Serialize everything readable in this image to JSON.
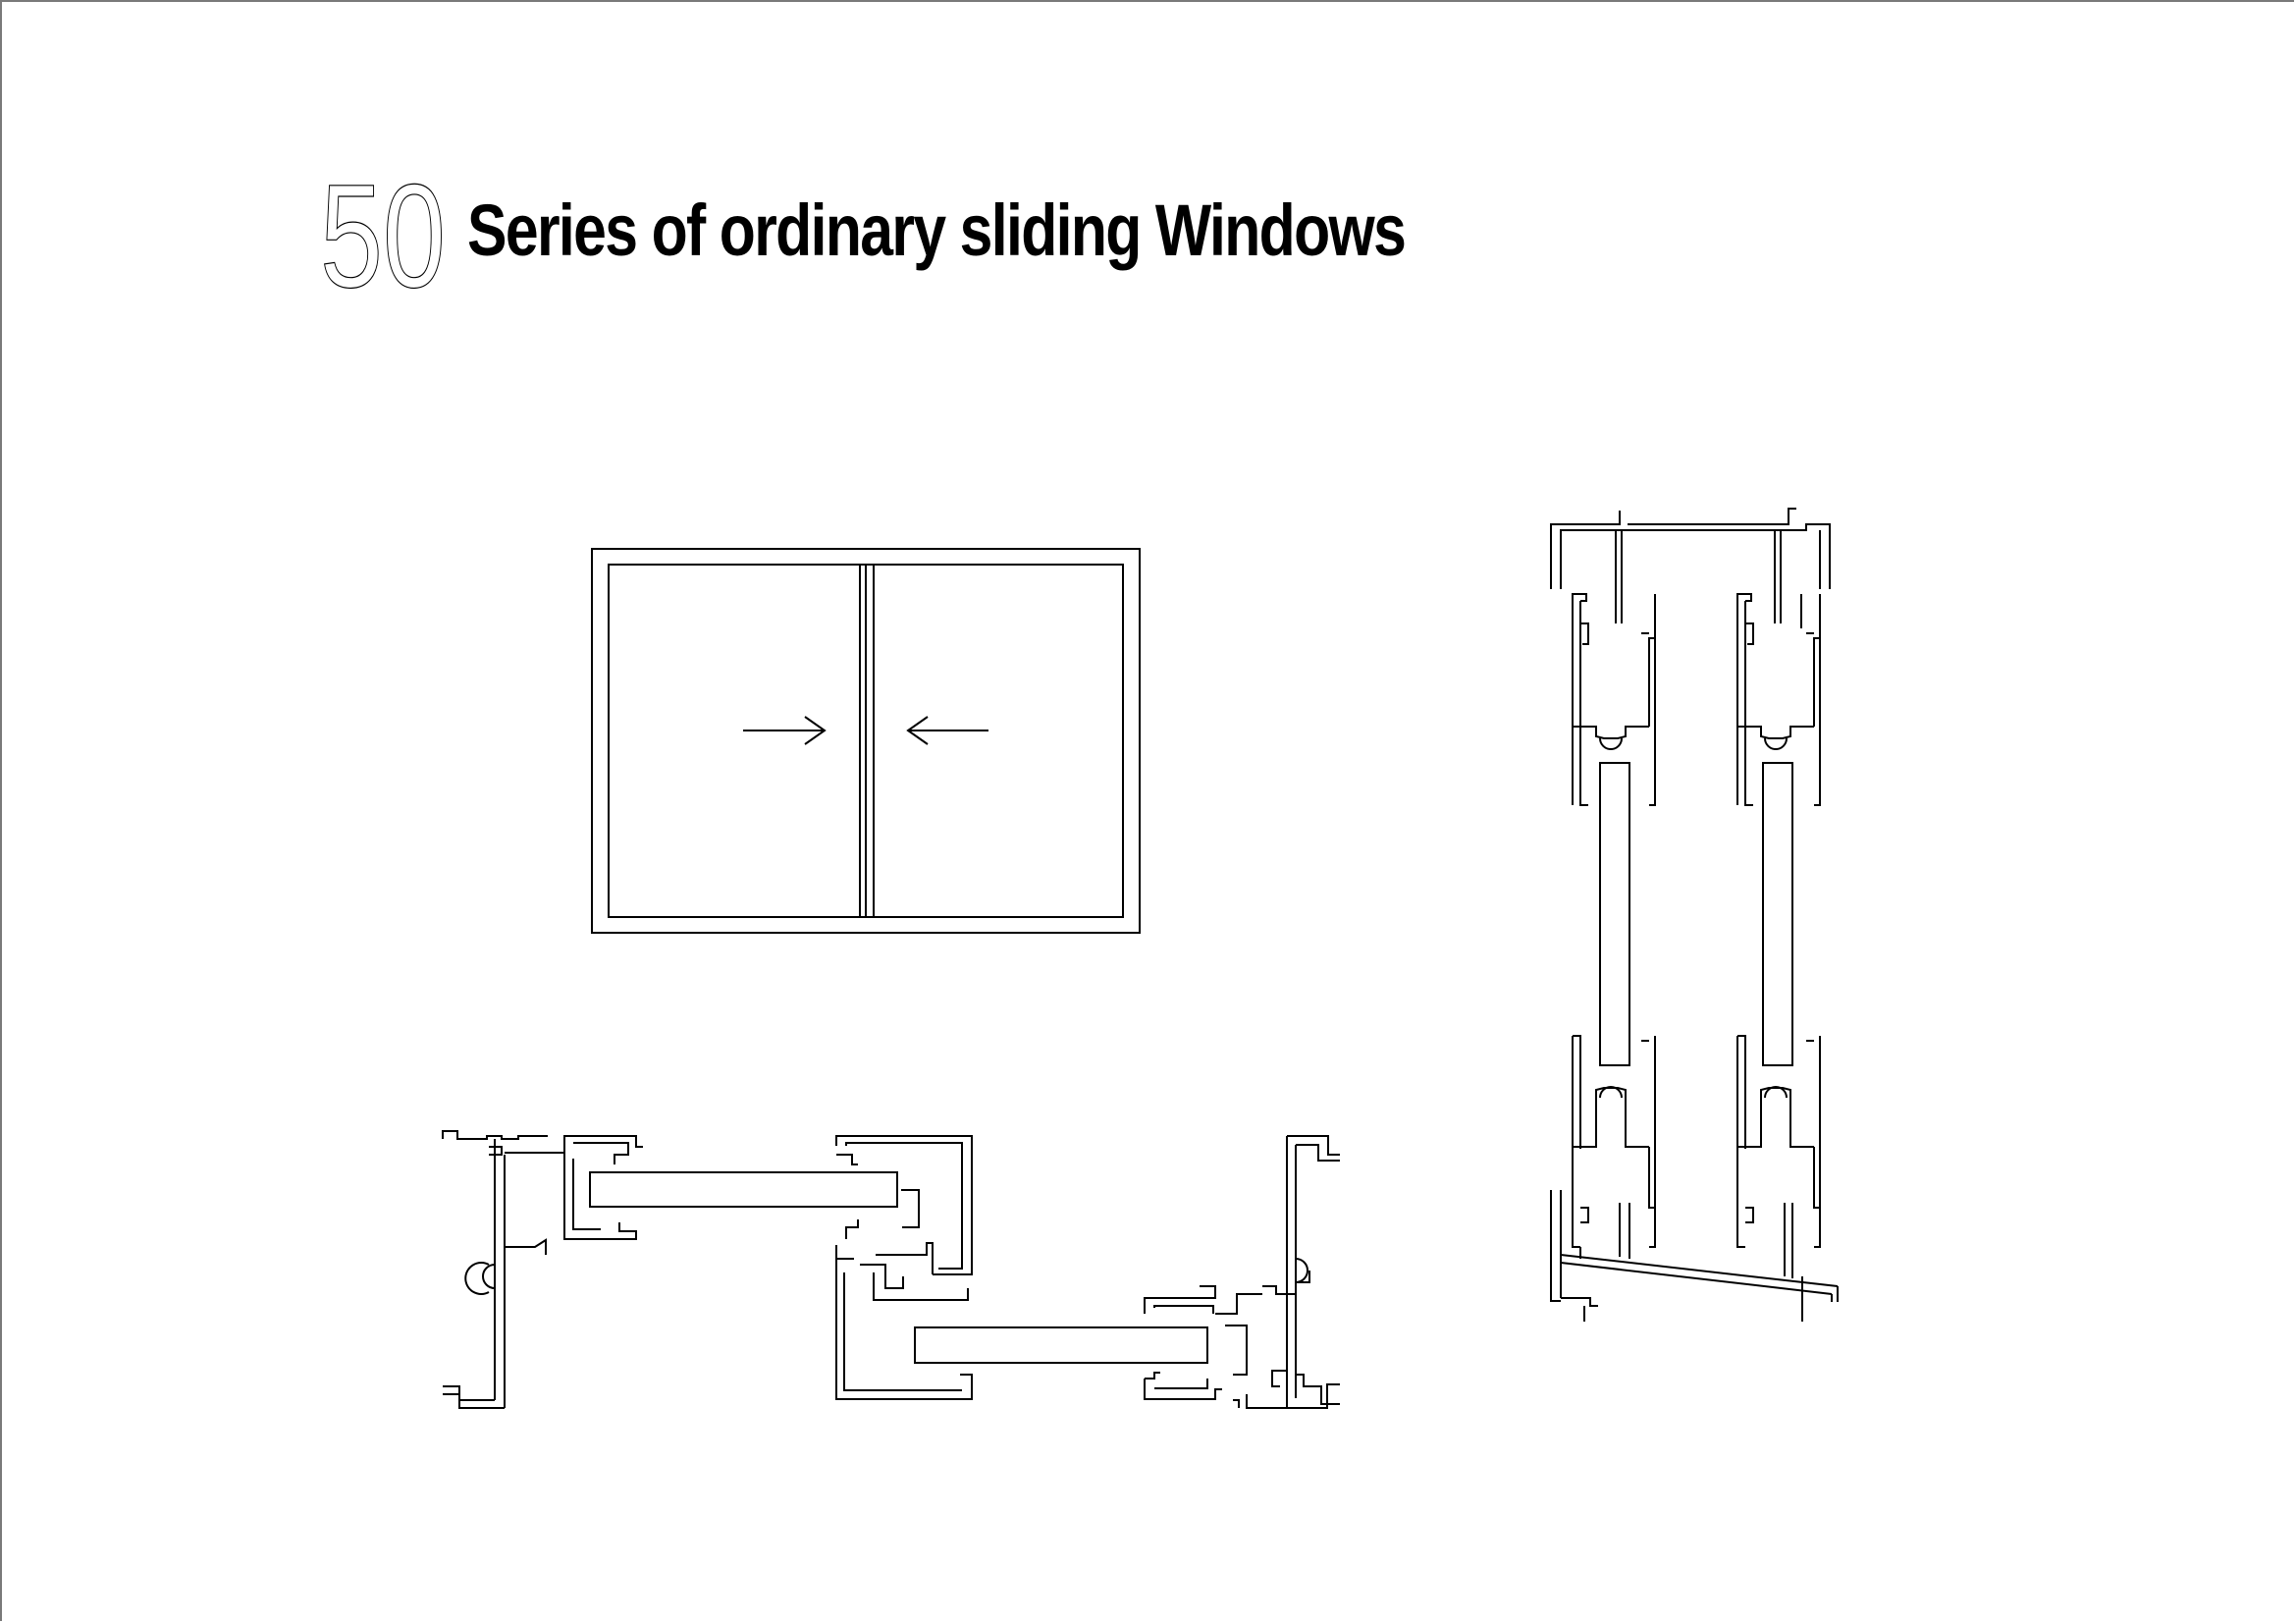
{
  "title": {
    "series_number": "50",
    "text": "Series of ordinary sliding Windows"
  },
  "views": {
    "elevation": {
      "arrows": [
        "right",
        "left"
      ]
    },
    "horizontal_section": {},
    "vertical_section": {}
  },
  "colors": {
    "line": "#000000",
    "background": "#ffffff",
    "border": "#7a7a7a"
  }
}
